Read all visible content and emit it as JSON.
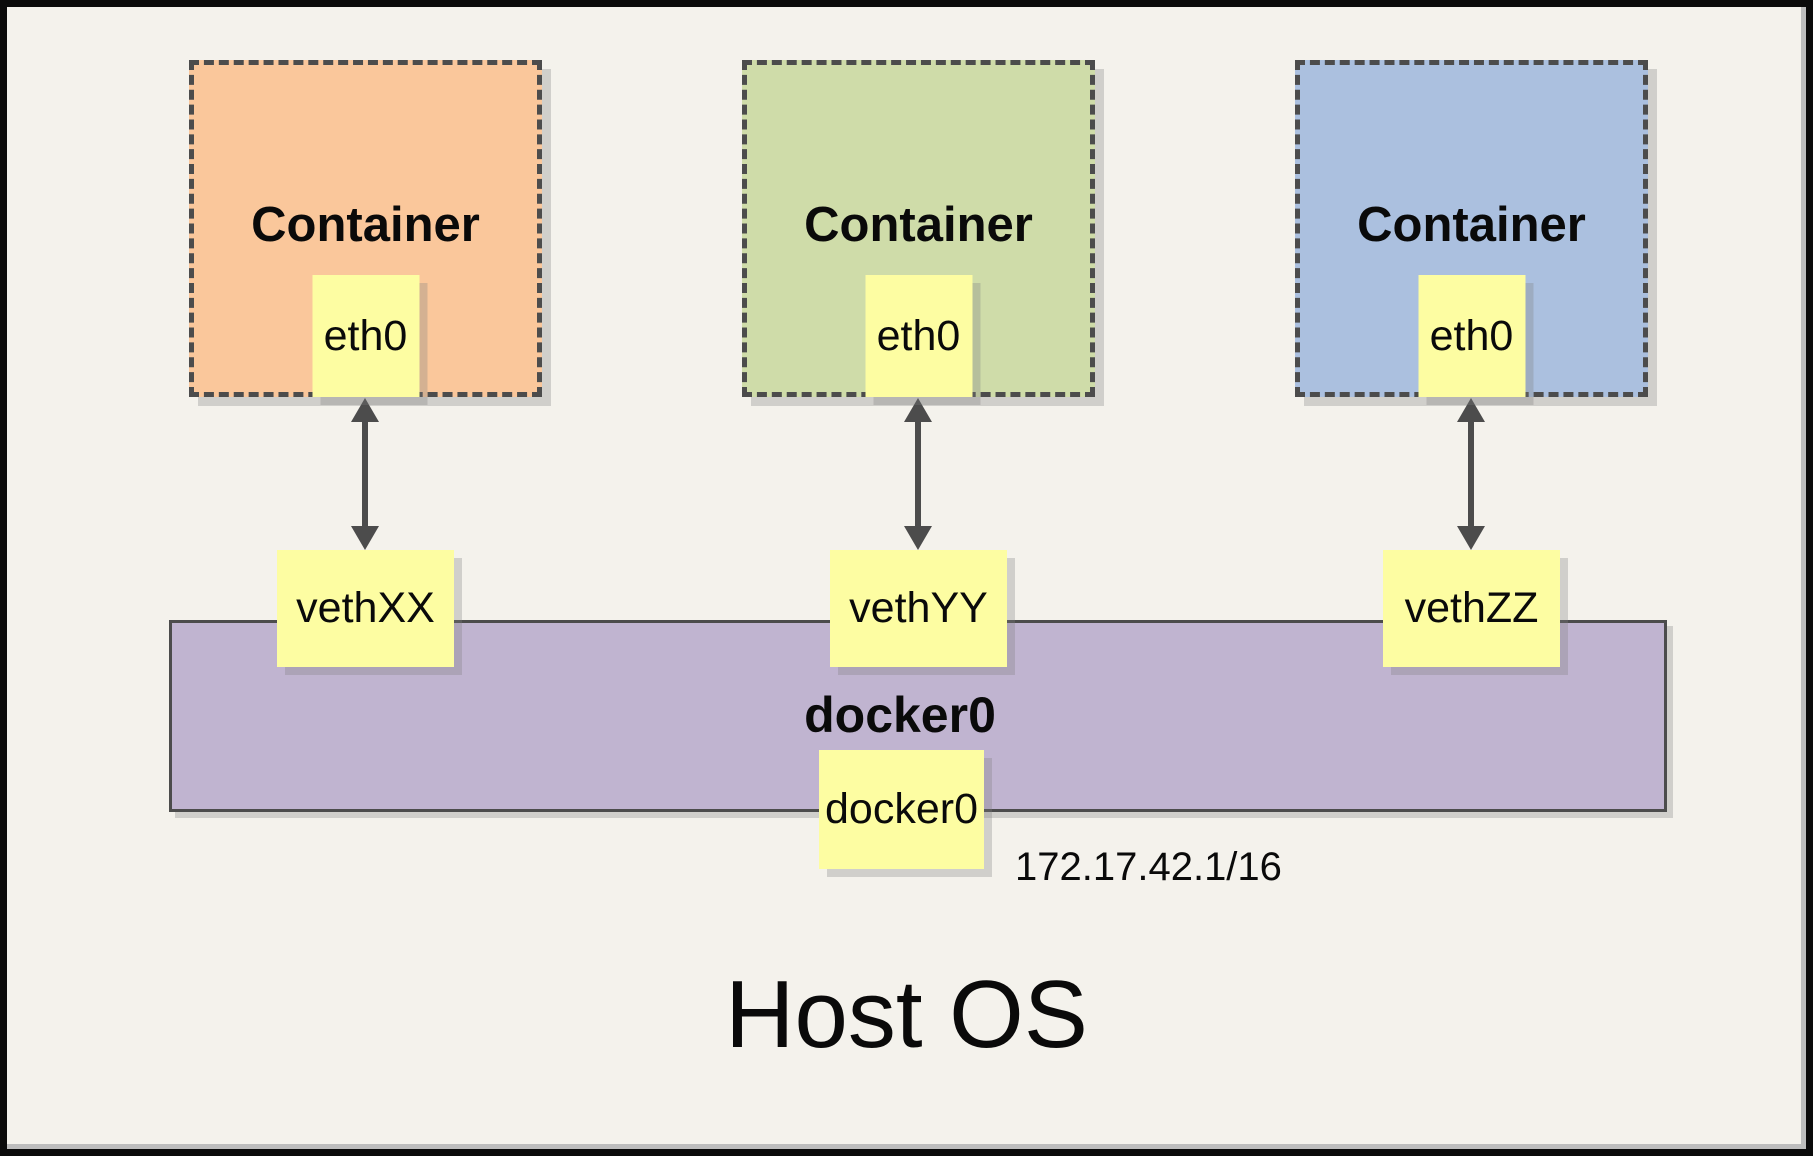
{
  "containers": [
    {
      "label": "Container",
      "interface": "eth0",
      "veth": "vethXX",
      "fill": "#FAC79B"
    },
    {
      "label": "Container",
      "interface": "eth0",
      "veth": "vethYY",
      "fill": "#CFDCA9"
    },
    {
      "label": "Container",
      "interface": "eth0",
      "veth": "vethZZ",
      "fill": "#ABC0DF"
    }
  ],
  "bridge": {
    "label": "docker0",
    "interface": "docker0",
    "ip": "172.17.42.1/16",
    "fill": "#C0B4D0"
  },
  "host": {
    "label": "Host OS"
  },
  "colors": {
    "background": "#F4F2EC",
    "note_yellow": "#FDFDA2",
    "line": "#4C4C4C"
  }
}
